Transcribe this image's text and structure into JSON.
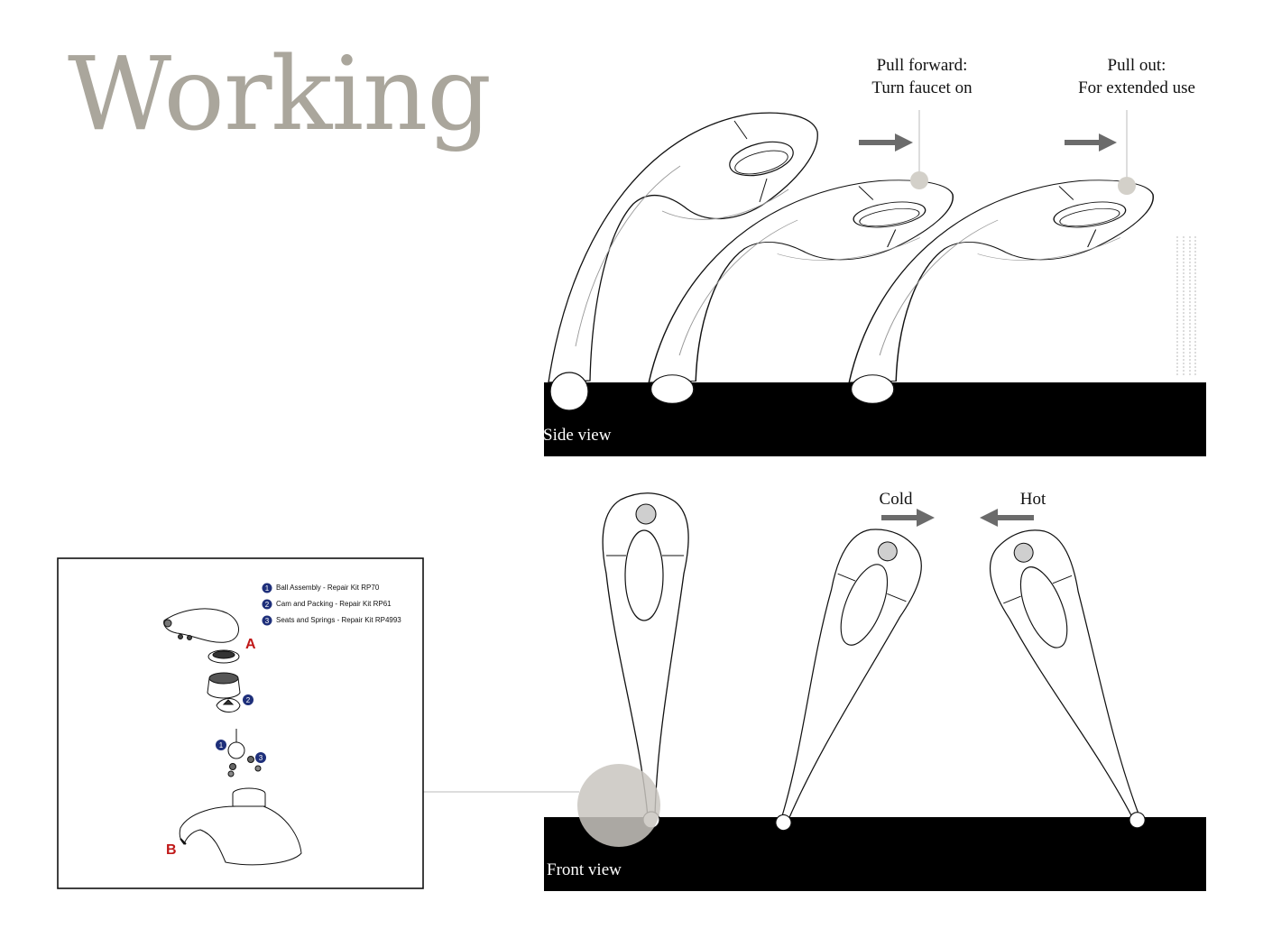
{
  "title": "Working",
  "side_view": {
    "label": "Side view",
    "callouts": [
      {
        "line1": "Pull forward:",
        "line2": "Turn faucet on"
      },
      {
        "line1": "Pull out:",
        "line2": "For extended use"
      }
    ]
  },
  "front_view": {
    "label": "Front view",
    "cold_label": "Cold",
    "hot_label": "Hot"
  },
  "parts_diagram": {
    "legend": [
      {
        "num": "1",
        "text": "Ball Assembly - Repair Kit RP70"
      },
      {
        "num": "2",
        "text": "Cam and Packing - Repair Kit RP61"
      },
      {
        "num": "3",
        "text": "Seats and Springs - Repair Kit RP4993"
      }
    ],
    "marker_a": "A",
    "marker_b": "B"
  },
  "colors": {
    "title": "#aaa69c",
    "base_band": "#000000",
    "arrow": "#6b6b6b",
    "legend_badge": "#1e2f7a",
    "marker": "#c01818",
    "highlight_circle": "#c9c6bf"
  }
}
